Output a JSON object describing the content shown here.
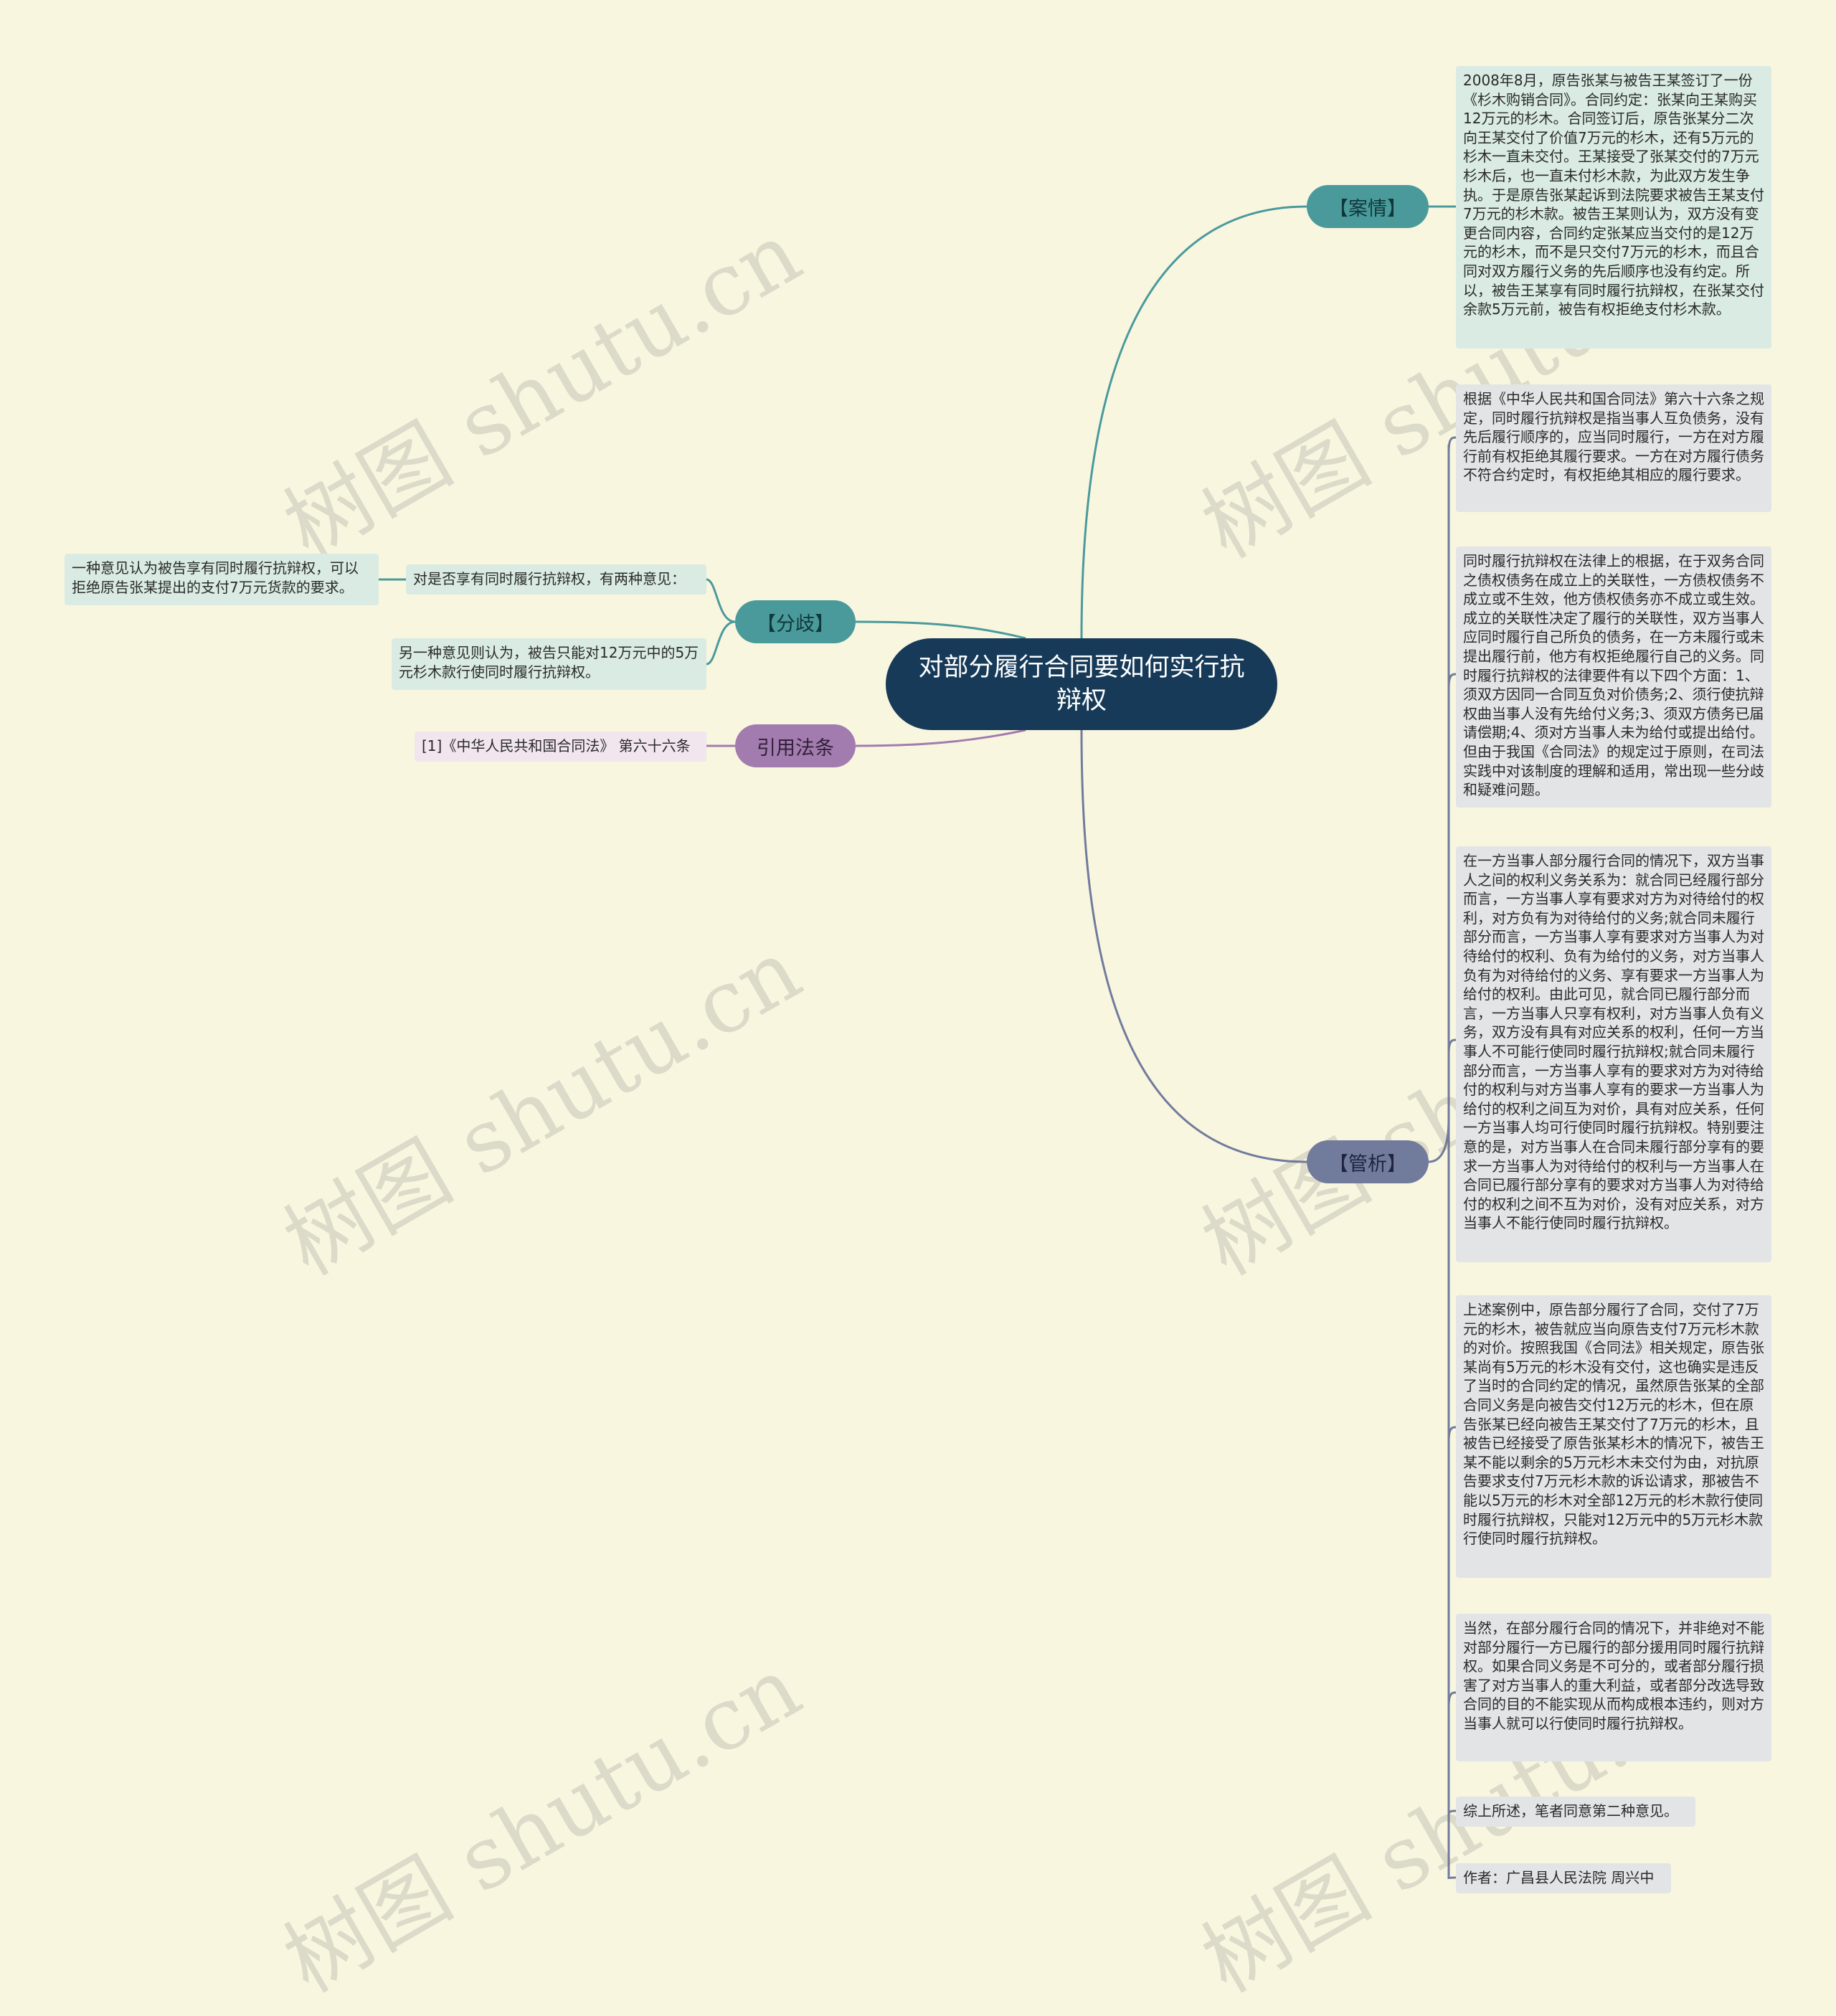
{
  "center": {
    "title": "对部分履行合同要如何实行抗辩权"
  },
  "branches": {
    "case": {
      "label": "【案情】"
    },
    "divergence": {
      "label": "【分歧】"
    },
    "law": {
      "label": "引用法条"
    },
    "analysis": {
      "label": "【管析】"
    }
  },
  "case_text": "2008年8月，原告张某与被告王某签订了一份《杉木购销合同》。合同约定：张某向王某购买12万元的杉木。合同签订后，原告张某分二次向王某交付了价值7万元的杉木，还有5万元的杉木一直未交付。王某接受了张某交付的7万元杉木后，也一直未付杉木款，为此双方发生争执。于是原告张某起诉到法院要求被告王某支付7万元的杉木款。被告王某则认为，双方没有变更合同内容，合同约定张某应当交付的是12万元的杉木，而不是只交付7万元的杉木，而且合同对双方履行义务的先后顺序也没有约定。所以，被告王某享有同时履行抗辩权，在张某交付余款5万元前，被告有权拒绝支付杉木款。",
  "divergence": {
    "question": "对是否享有同时履行抗辩权，有两种意见：",
    "opinion1": "一种意见认为被告享有同时履行抗辩权，可以拒绝原告张某提出的支付7万元货款的要求。",
    "opinion2": "另一种意见则认为，被告只能对12万元中的5万元杉木款行使同时履行抗辩权。"
  },
  "law_ref": "[1]《中华人民共和国合同法》 第六十六条",
  "analysis": [
    "根据《中华人民共和国合同法》第六十六条之规定，同时履行抗辩权是指当事人互负债务，没有先后履行顺序的，应当同时履行，一方在对方履行前有权拒绝其履行要求。一方在对方履行债务不符合约定时，有权拒绝其相应的履行要求。",
    "同时履行抗辩权在法律上的根据，在于双务合同之债权债务在成立上的关联性，一方债权债务不成立或不生效，他方债权债务亦不成立或生效。成立的关联性决定了履行的关联性，双方当事人应同时履行自己所负的债务，在一方未履行或未提出履行前，他方有权拒绝履行自己的义务。同时履行抗辩权的法律要件有以下四个方面：1、须双方因同一合同互负对价债务;2、须行使抗辩权曲当事人没有先给付义务;3、须双方债务已届请偿期;4、须对方当事人未为给付或提出给付。但由于我国《合同法》的规定过于原则，在司法实践中对该制度的理解和适用，常出现一些分歧和疑难问题。",
    "在一方当事人部分履行合同的情况下，双方当事人之间的权利义务关系为：就合同已经履行部分而言，一方当事人享有要求对方为对待给付的权利，对方负有为对待给付的义务;就合同未履行部分而言，一方当事人享有要求对方当事人为对待给付的权利、负有为给付的义务，对方当事人负有为对待给付的义务、享有要求一方当事人为给付的权利。由此可见，就合同已履行部分而言，一方当事人只享有权利，对方当事人负有义务，双方没有具有对应关系的权利，任何一方当事人不可能行使同时履行抗辩权;就合同未履行部分而言，一方当事人享有的要求对方为对待给付的权利与对方当事人享有的要求一方当事人为给付的权利之间互为对价，具有对应关系，任何一方当事人均可行使同时履行抗辩权。特别要注意的是，对方当事人在合同未履行部分享有的要求一方当事人为对待给付的权利与一方当事人在合同已履行部分享有的要求对方当事人为对待给付的权利之间不互为对价，没有对应关系，对方当事人不能行使同时履行抗辩权。",
    "上述案例中，原告部分履行了合同，交付了7万元的杉木，被告就应当向原告支付7万元杉木款的对价。按照我国《合同法》相关规定，原告张某尚有5万元的杉木没有交付，这也确实是违反了当时的合同约定的情况，虽然原告张某的全部合同义务是向被告交付12万元的杉木，但在原告张某已经向被告王某交付了7万元的杉木，且被告已经接受了原告张某杉木的情况下，被告王某不能以剩余的5万元杉木未交付为由，对抗原告要求支付7万元杉木款的诉讼请求，那被告不能以5万元的杉木对全部12万元的杉木款行使同时履行抗辩权，只能对12万元中的5万元杉木款行使同时履行抗辩权。",
    "当然，在部分履行合同的情况下，并非绝对不能对部分履行一方已履行的部分援用同时履行抗辩权。如果合同义务是不可分的，或者部分履行损害了对方当事人的重大利益，或者部分改选导致合同的目的不能实现从而构成根本违约，则对方当事人就可以行使同时履行抗辩权。",
    "综上所述，笔者同意第二种意见。",
    "作者：广昌县人民法院 周兴中"
  ],
  "watermark": "树图 shutu.cn",
  "colors": {
    "background": "#f9f6e0",
    "center": "#163a58",
    "teal_branch": "#4a9a9b",
    "purple_branch": "#a27cae",
    "slate_branch": "#717b9c",
    "teal_leaf": "#d9ebe3",
    "grey_leaf": "#e2e4e6",
    "pink_leaf": "#f1e5ee"
  }
}
